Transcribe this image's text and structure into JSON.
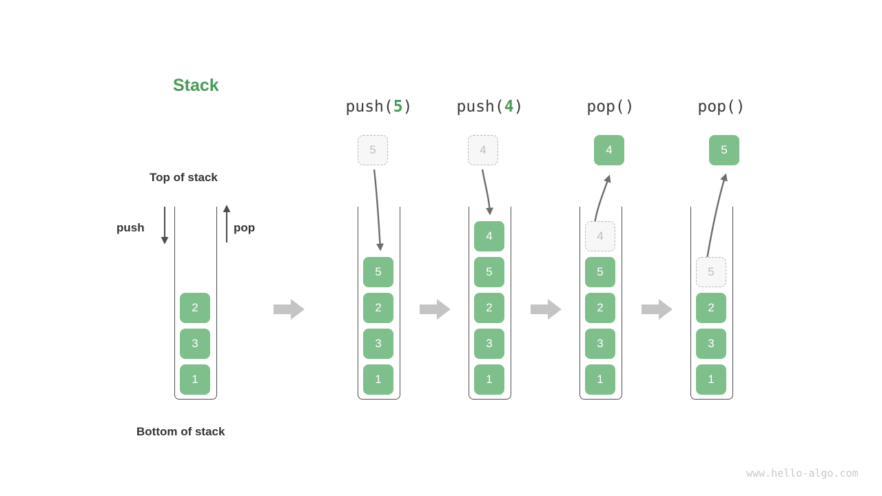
{
  "title": "Stack",
  "labels": {
    "top_of_stack": "Top of stack",
    "bottom_of_stack": "Bottom of stack",
    "push": "push",
    "pop": "pop"
  },
  "colors": {
    "accent_green": "#489a56",
    "cell_green": "#7fbf8b",
    "ghost_fill": "#f7f7f7",
    "ghost_border": "#b8b8b8",
    "ghost_text": "#bdbdbd",
    "wall": "#4d4d4d",
    "arrow": "#6e6e6e",
    "flow_arrow": "#c4c4c4",
    "label_text": "#333333",
    "watermark": "#c9c9c9"
  },
  "stages": [
    {
      "id": "initial",
      "header": null,
      "header_prefix": null,
      "header_arg": null,
      "header_suffix": null,
      "cells": [
        "2",
        "3",
        "1"
      ],
      "ghost_in_stack": null,
      "floating": null
    },
    {
      "id": "push-5",
      "header_prefix": "push(",
      "header_arg": "5",
      "header_suffix": ")",
      "cells": [
        "5",
        "2",
        "3",
        "1"
      ],
      "ghost_in_stack": null,
      "floating": {
        "value": "5",
        "kind": "ghost"
      }
    },
    {
      "id": "push-4",
      "header_prefix": "push(",
      "header_arg": "4",
      "header_suffix": ")",
      "cells": [
        "4",
        "5",
        "2",
        "3",
        "1"
      ],
      "ghost_in_stack": null,
      "floating": {
        "value": "4",
        "kind": "ghost"
      }
    },
    {
      "id": "pop-1",
      "header_prefix": "pop(",
      "header_arg": "",
      "header_suffix": ")",
      "cells": [
        "5",
        "2",
        "3",
        "1"
      ],
      "ghost_in_stack": {
        "value": "4",
        "slot": 0
      },
      "floating": {
        "value": "4",
        "kind": "solid"
      }
    },
    {
      "id": "pop-2",
      "header_prefix": "pop(",
      "header_arg": "",
      "header_suffix": ")",
      "cells": [
        "2",
        "3",
        "1"
      ],
      "ghost_in_stack": {
        "value": "5",
        "slot": 1
      },
      "floating": {
        "value": "5",
        "kind": "solid"
      }
    }
  ],
  "watermark": "www.hello-algo.com"
}
